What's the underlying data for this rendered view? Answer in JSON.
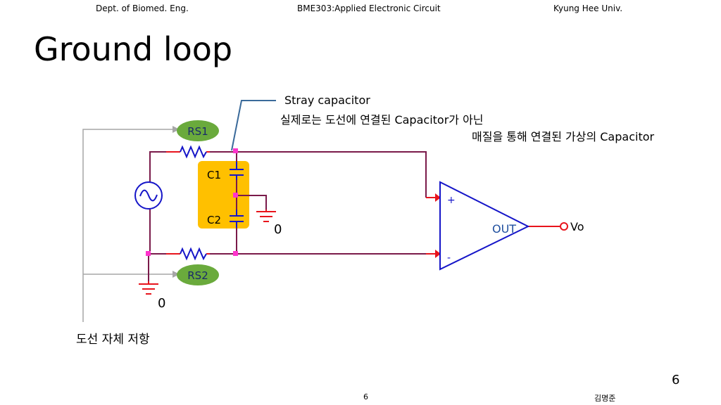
{
  "header": {
    "left": "Dept. of Biomed. Eng.",
    "center": "BME303:Applied Electronic Circuit",
    "right": "Kyung Hee Univ."
  },
  "title": "Ground loop",
  "annotation": {
    "line1": "Stray capacitor",
    "line2": "실제로는 도선에 연결된 Capacitor가 아닌",
    "line3": "매질을 통해 연결된 가상의 Capacitor"
  },
  "circuit": {
    "rs1": "RS1",
    "rs2": "RS2",
    "c1": "C1",
    "c2": "C2",
    "ground_label_mid": "0",
    "ground_label_bottom": "0",
    "plus": "+",
    "minus": "-",
    "out": "OUT",
    "vo": "Vo"
  },
  "bottom_label": "도선 자체 저항",
  "page_number": "6",
  "footer": {
    "page": "6",
    "author": "김명준"
  },
  "colors": {
    "wire": "#7a1a4a",
    "lead": "#e8141c",
    "component": "#1515c8",
    "node": "#ff33cc",
    "stray_box": "#ffc000",
    "label_bubble": "#6aaa3c",
    "opamp_text": "#1f4f9f",
    "pointer": "#3a6a9a",
    "arrow": "#a6a6a6"
  }
}
